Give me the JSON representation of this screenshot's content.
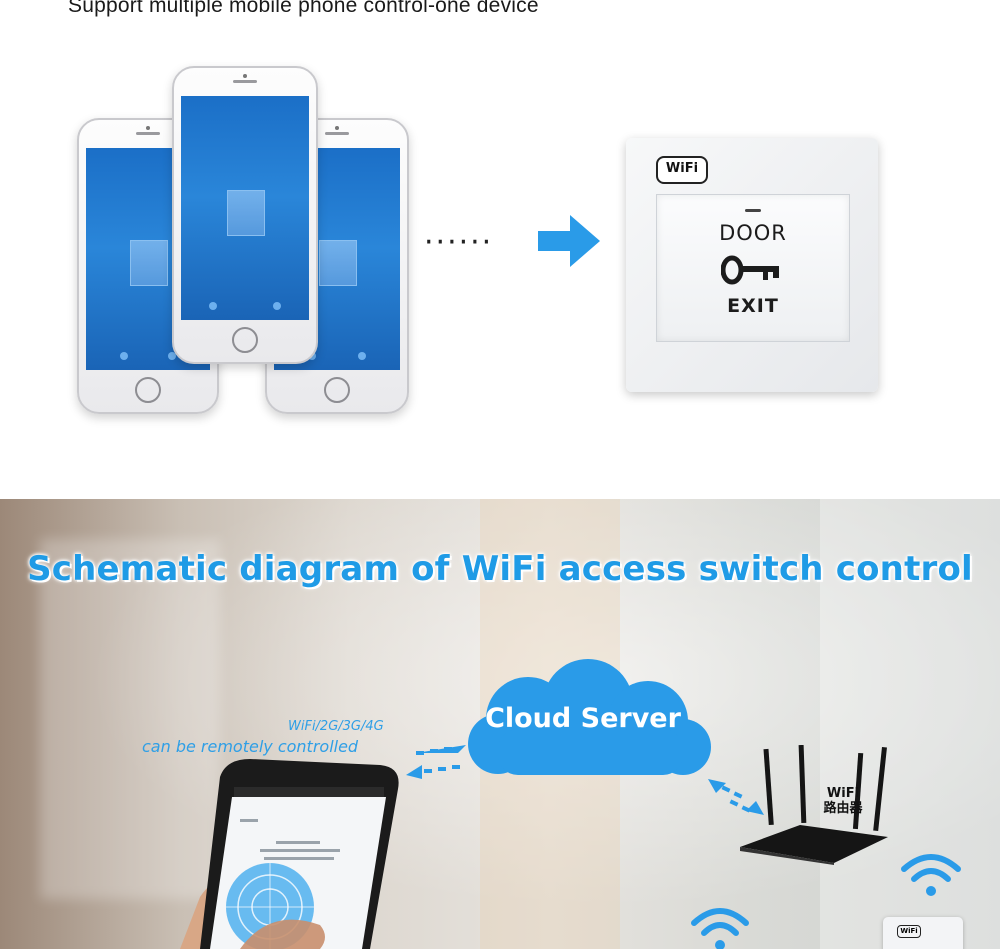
{
  "top_caption": "Support multiple mobile phone control-one device",
  "device": {
    "badge": "WiFi",
    "door_text": "DOOR",
    "exit_text": "EXIT"
  },
  "diagram": {
    "heading": "Schematic diagram of WiFi access switch control",
    "cloud_label": "Cloud Server",
    "network_label": "WiFi/2G/3G/4G",
    "remote_label": "can be remotely controlled",
    "router_label_1": "WiFi",
    "router_label_2": "路由器",
    "mini_badge": "WiFi"
  },
  "colors": {
    "accent_blue": "#1f9be6",
    "cloud_blue": "#2a9be8",
    "screen_blue": "#1b6fc7"
  }
}
